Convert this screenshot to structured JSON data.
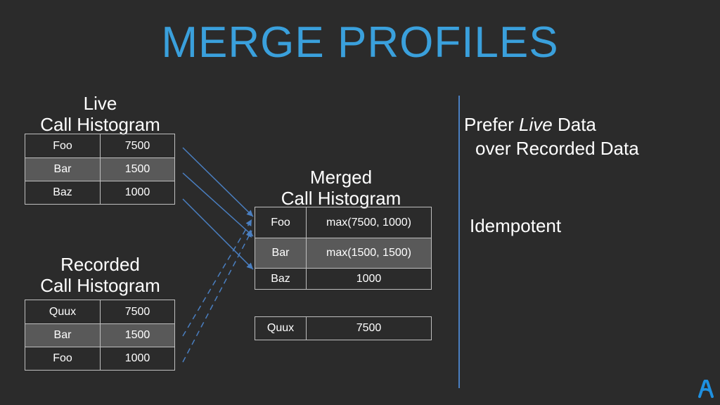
{
  "title": "MERGE PROFILES",
  "live": {
    "heading_line1": "Live",
    "heading_line2": "Call Histogram",
    "rows": [
      {
        "name": "Foo",
        "count": "7500"
      },
      {
        "name": "Bar",
        "count": "1500"
      },
      {
        "name": "Baz",
        "count": "1000"
      }
    ]
  },
  "recorded": {
    "heading_line1": "Recorded",
    "heading_line2": "Call Histogram",
    "rows": [
      {
        "name": "Quux",
        "count": "7500"
      },
      {
        "name": "Bar",
        "count": "1500"
      },
      {
        "name": "Foo",
        "count": "1000"
      }
    ]
  },
  "merged": {
    "heading_line1": "Merged",
    "heading_line2": "Call Histogram",
    "rows": [
      {
        "name": "Foo",
        "count": "max(7500, 1000)"
      },
      {
        "name": "Bar",
        "count": "max(1500, 1500)"
      },
      {
        "name": "Baz",
        "count": "1000"
      }
    ],
    "extra_row": {
      "name": "Quux",
      "count": "7500"
    }
  },
  "notes": {
    "prefer_before": "Prefer ",
    "prefer_emph": "Live",
    "prefer_after": " Data",
    "prefer_line2": "over Recorded Data",
    "idempotent": "Idempotent"
  },
  "colors": {
    "background": "#2b2b2b",
    "title": "#3aa0dc",
    "arrows": "#4a7fc1",
    "shaded_row": "#595959",
    "logo": "#1e90e0"
  },
  "logo_icon": "brand-a-logo-icon"
}
